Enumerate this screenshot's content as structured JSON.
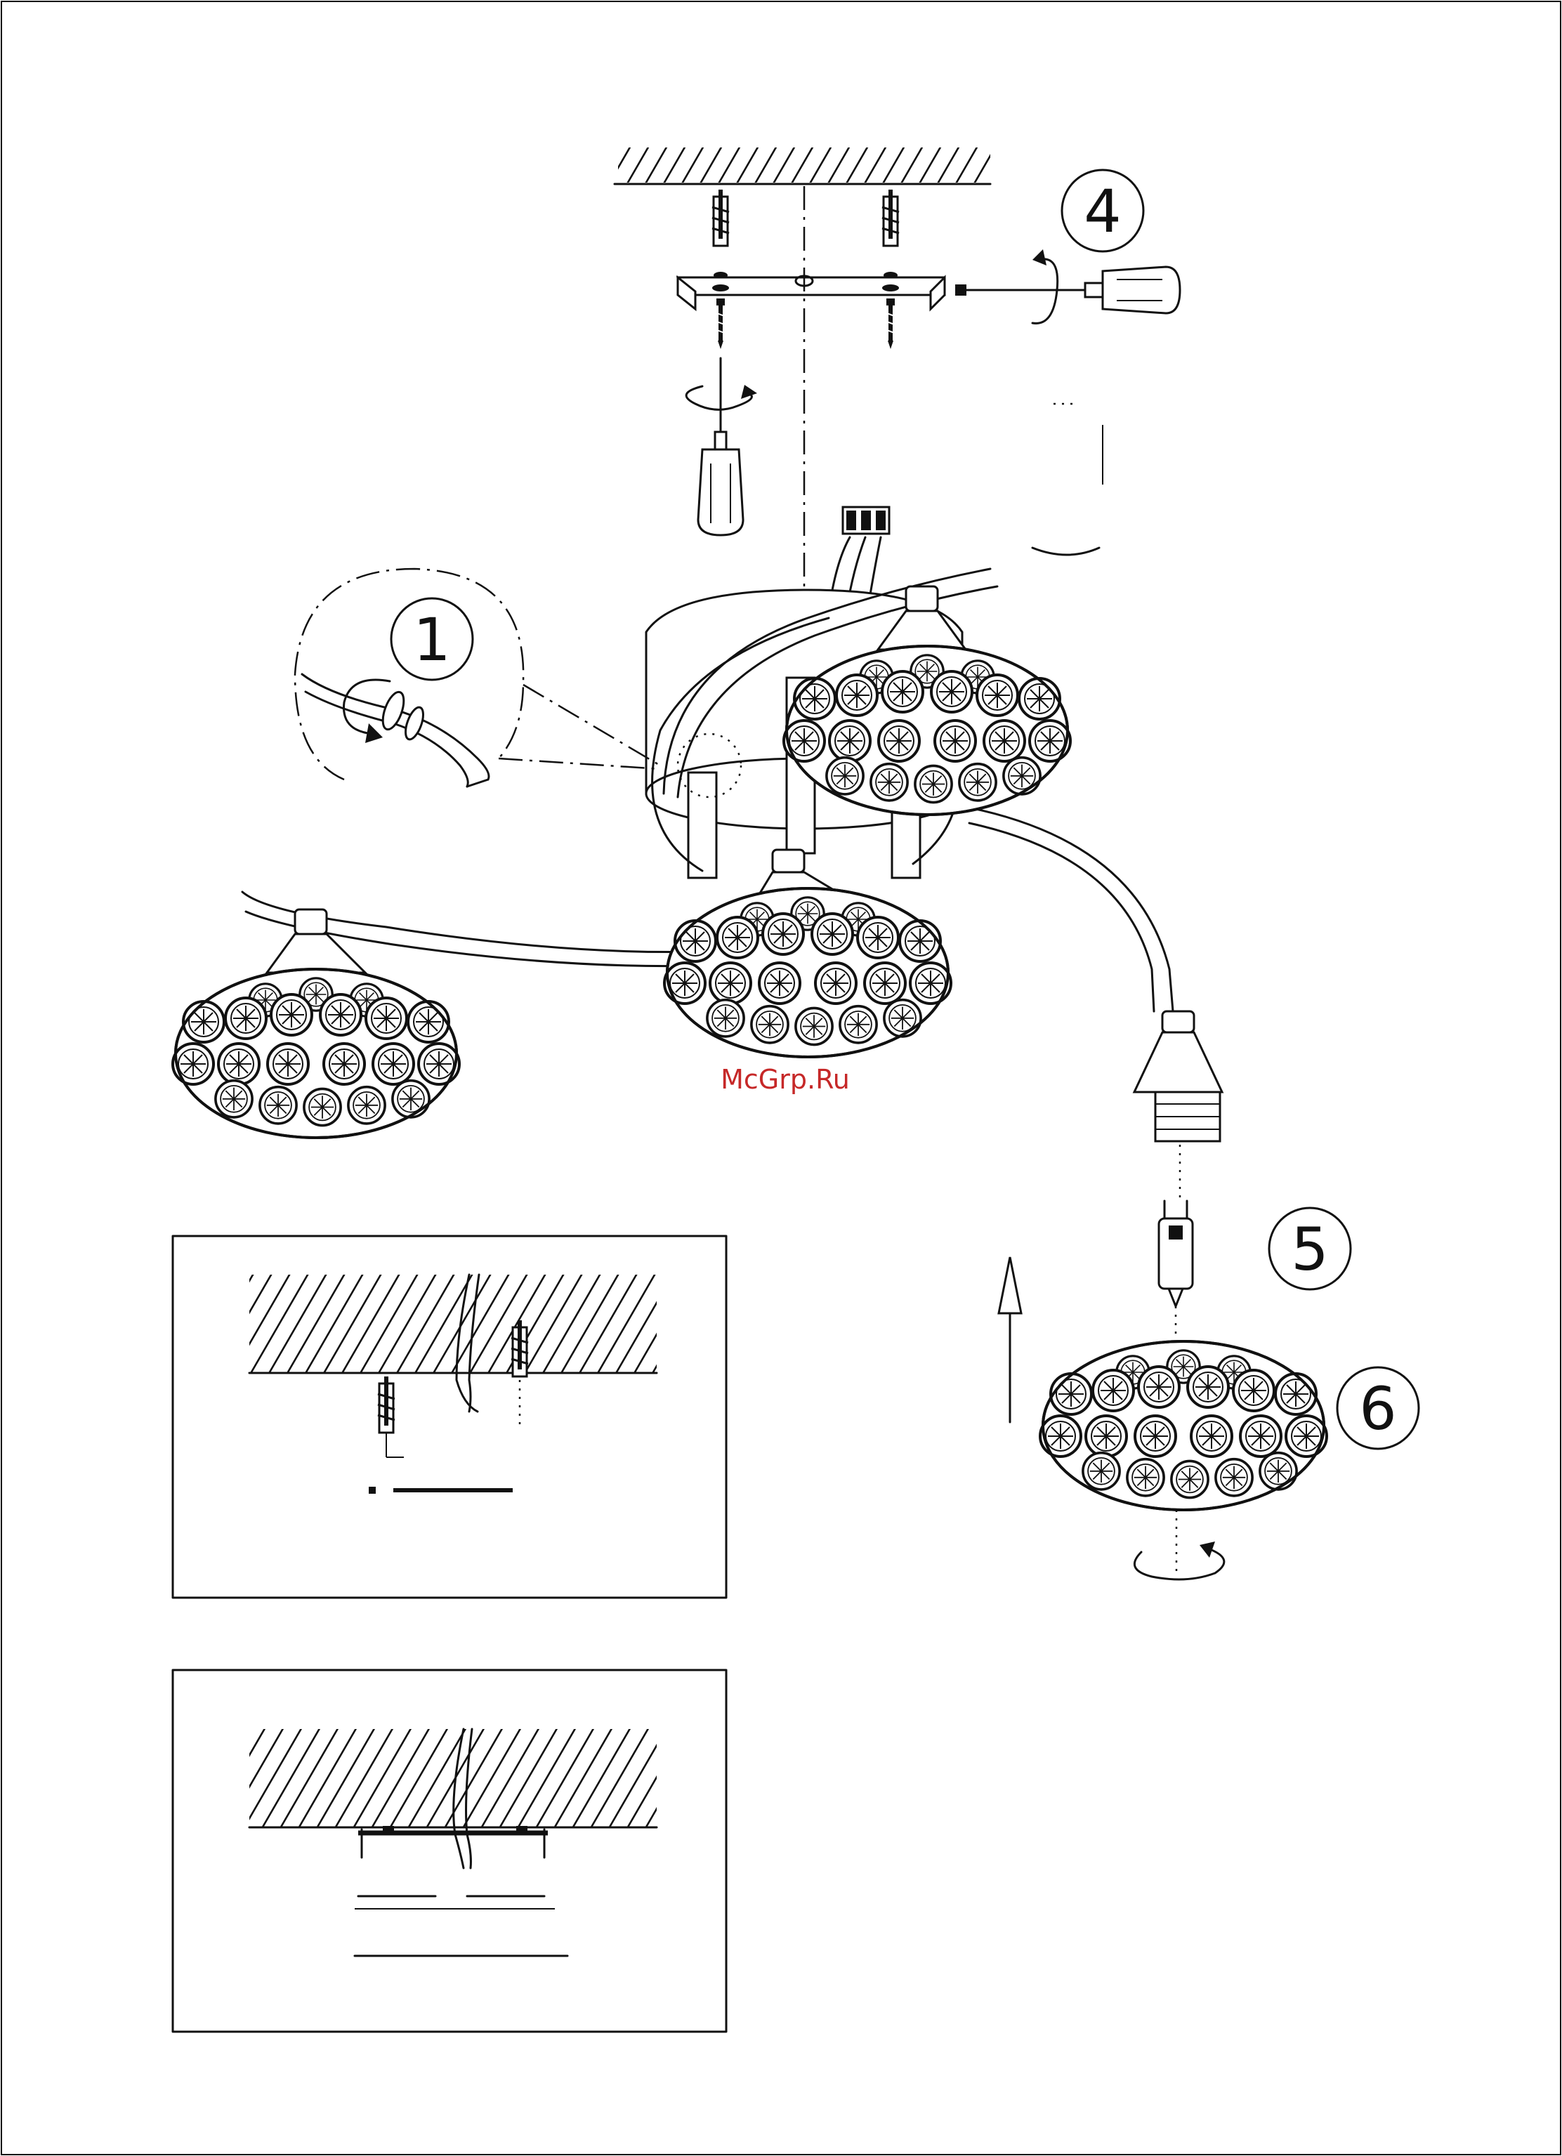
{
  "steps": {
    "s1": "1",
    "s4": "4",
    "s5": "5",
    "s6": "6"
  },
  "watermark": "McGrp.Ru",
  "colors": {
    "line": "#111111",
    "watermark": "#c62828",
    "background": "#ffffff"
  },
  "icons": {
    "screwdriver": "screwdriver-icon",
    "rotation": "rotate-arrow-icon",
    "up_arrow": "up-arrow-icon"
  }
}
